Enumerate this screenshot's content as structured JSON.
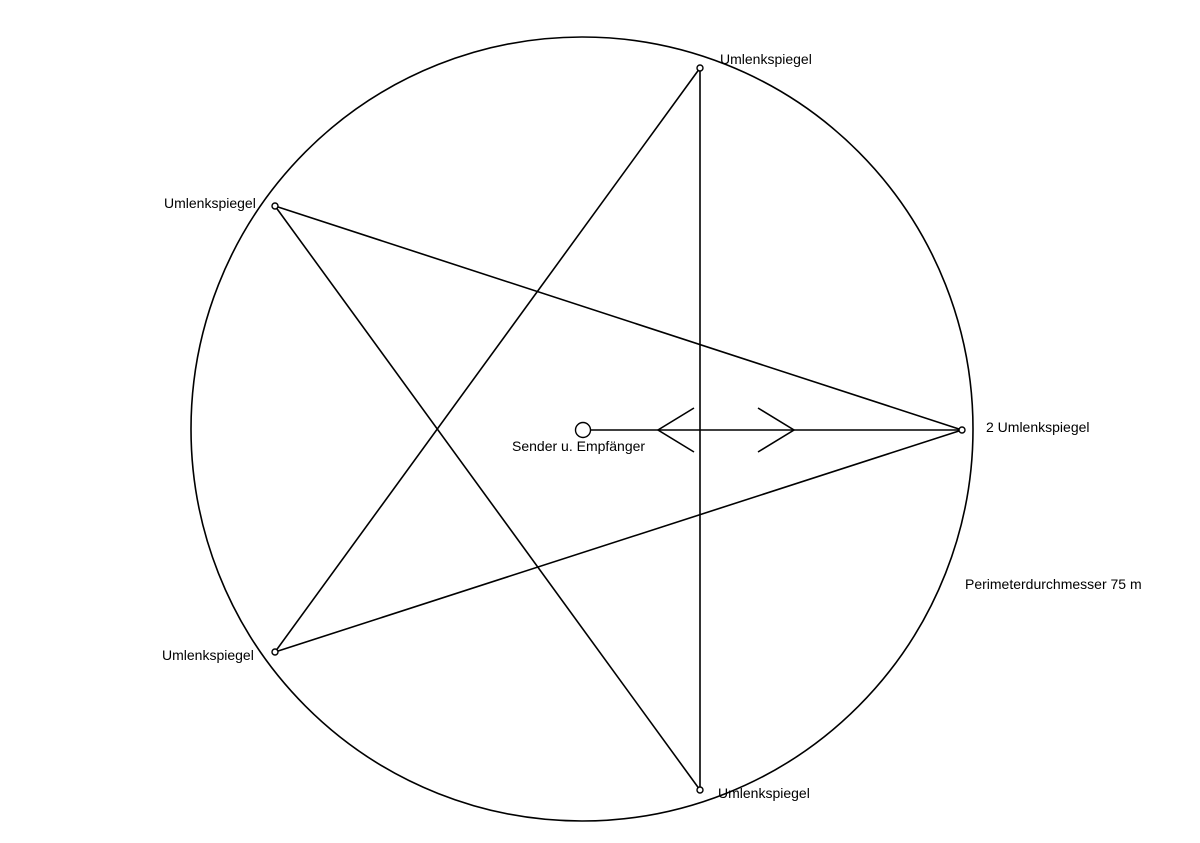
{
  "labels": {
    "mirror_top": "Umlenkspiegel",
    "mirror_upper_left": "Umlenkspiegel",
    "mirror_lower_left": "Umlenkspiegel",
    "mirror_bottom": "Umlenkspiegel",
    "mirror_right": "2 Umlenkspiegel",
    "sender": "Sender u. Empfänger",
    "perimeter": "Perimeterdurchmesser 75 m"
  },
  "colors": {
    "line": "#000000",
    "background": "#ffffff"
  }
}
